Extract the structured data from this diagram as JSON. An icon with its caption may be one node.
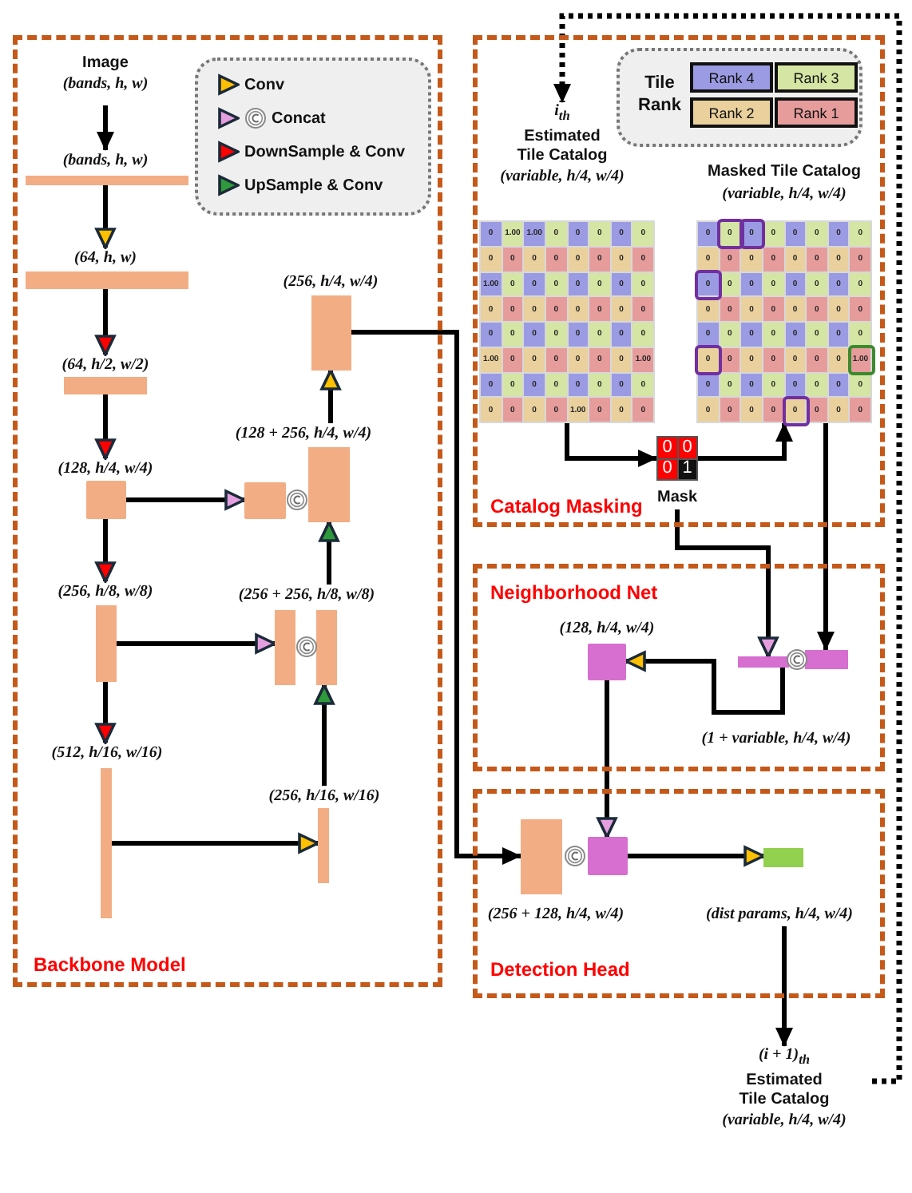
{
  "diagram": {
    "nodes": [
      {
        "text": [
          "Backbone Model"
        ]
      },
      {
        "text": [
          "Catalog Masking"
        ]
      },
      {
        "text": [
          "Neighborhood Net"
        ]
      },
      {
        "text": [
          "Detection Head"
        ]
      },
      {
        "text": [
          "Image",
          "(bands, h, w)"
        ],
        "in": 0
      },
      {
        "text": [],
        "shape": "bar",
        "in": 0,
        "beside": [
          "(bands, h, w)"
        ]
      },
      {
        "text": [],
        "shape": "bar",
        "in": 0,
        "beside": [
          "(64, h, w)"
        ]
      },
      {
        "text": [],
        "shape": "bar",
        "in": 0,
        "beside": [
          "(64, h/2, w/2)"
        ]
      },
      {
        "text": [],
        "shape": "box",
        "in": 0,
        "beside": [
          "(128, h/4, w/4)"
        ]
      },
      {
        "text": [],
        "shape": "bar",
        "in": 0,
        "beside": [
          "(256, h/8, w/8)"
        ]
      },
      {
        "text": [],
        "shape": "bar",
        "in": 0,
        "beside": [
          "(512, h/16, w/16)"
        ]
      },
      {
        "text": [],
        "shape": "bar",
        "in": 0,
        "beside": [
          "(256, h/16, w/16)"
        ]
      },
      {
        "text": [],
        "shape": "bar",
        "in": 0
      },
      {
        "text": [],
        "shape": "bar",
        "in": 0,
        "beside": [
          "(256 + 256, h/8, w/8)"
        ]
      },
      {
        "text": [],
        "shape": "box",
        "in": 0
      },
      {
        "text": [],
        "shape": "bar",
        "in": 0,
        "beside": [
          "(128 + 256, h/4, w/4)"
        ]
      },
      {
        "text": [],
        "shape": "bar",
        "in": 0,
        "beside": [
          "(256, h/4, w/4)"
        ]
      },
      {
        "text": [
          "i$_{th}$",
          "Estimated Tile Catalog",
          "(variable, h/4, w/4)"
        ],
        "in": 1
      },
      {
        "text": [
          "0",
          "1.00",
          "1.00",
          "0",
          "0",
          "0",
          "0",
          "0",
          "0",
          "0",
          "0",
          "0",
          "0",
          "0",
          "0",
          "0",
          "1.00",
          "0",
          "0",
          "0",
          "0",
          "0",
          "0",
          "0",
          "0",
          "0",
          "0",
          "0",
          "0",
          "0",
          "0",
          "0",
          "0",
          "0",
          "0",
          "0",
          "0",
          "0",
          "0",
          "0",
          "1.00",
          "0",
          "0",
          "0",
          "0",
          "0",
          "0",
          "1.00",
          "0",
          "0",
          "0",
          "0",
          "0",
          "0",
          "0",
          "0",
          "0",
          "0",
          "0",
          "0",
          "1.00",
          "0",
          "0",
          "0"
        ],
        "in": 1
      },
      {
        "text": [
          "0",
          "0",
          "0",
          "0",
          "0",
          "0",
          "0",
          "0",
          "0",
          "0",
          "0",
          "0",
          "0",
          "0",
          "0",
          "0",
          "0",
          "0",
          "0",
          "0",
          "0",
          "0",
          "0",
          "0",
          "0",
          "0",
          "0",
          "0",
          "0",
          "0",
          "0",
          "0",
          "0",
          "0",
          "0",
          "0",
          "0",
          "0",
          "0",
          "0",
          "0",
          "0",
          "0",
          "0",
          "0",
          "0",
          "0",
          "1.00",
          "0",
          "0",
          "0",
          "0",
          "0",
          "0",
          "0",
          "0",
          "0",
          "0",
          "0",
          "0",
          "0",
          "0",
          "0",
          "0"
        ],
        "in": 1,
        "beside": [
          "Masked Tile Catalog",
          "(variable, h/4, w/4)"
        ]
      },
      {
        "text": [
          "0",
          "0",
          "0",
          "1"
        ],
        "in": 1,
        "beside": [
          "Mask"
        ]
      },
      {
        "text": [],
        "shape": "bar",
        "in": 2
      },
      {
        "text": [],
        "shape": "bar",
        "in": 2,
        "beside": [
          "(1 + variable, h/4, w/4)"
        ]
      },
      {
        "text": [],
        "shape": "box",
        "in": 2,
        "beside": [
          "(128, h/4, w/4)"
        ]
      },
      {
        "text": [],
        "shape": "bar",
        "in": 3,
        "beside": [
          "(256 + 128, h/4, w/4)"
        ]
      },
      {
        "text": [],
        "shape": "box",
        "in": 3
      },
      {
        "text": [],
        "shape": "bar",
        "in": 3,
        "beside": [
          "(dist params, h/4, w/4)"
        ]
      },
      {
        "text": [
          "(i + 1)$_{th}$",
          "Estimated Tile Catalog",
          "(variable, h/4, w/4)"
        ]
      }
    ],
    "edges": [
      {
        "from": 4,
        "to": 5,
        "arrow": "to"
      },
      {
        "from": 5,
        "to": 6,
        "arrow": "to"
      },
      {
        "from": 6,
        "to": 7,
        "arrow": "to"
      },
      {
        "from": 7,
        "to": 8,
        "arrow": "to"
      },
      {
        "from": 8,
        "to": 9,
        "arrow": "to"
      },
      {
        "from": 9,
        "to": 10,
        "arrow": "to"
      },
      {
        "from": 8,
        "to": 14,
        "arrow": "to"
      },
      {
        "from": 9,
        "to": 12,
        "arrow": "to"
      },
      {
        "from": 10,
        "to": 11,
        "arrow": "to"
      },
      {
        "from": 11,
        "to": 13,
        "arrow": "to"
      },
      {
        "from": 13,
        "to": 15,
        "arrow": "to"
      },
      {
        "from": 15,
        "to": 16,
        "arrow": "to"
      },
      {
        "from": 16,
        "to": 24,
        "arrow": "to"
      },
      {
        "from": 18,
        "to": 20,
        "arrow": "to"
      },
      {
        "from": 20,
        "to": 19,
        "arrow": "to"
      },
      {
        "from": 20,
        "to": 21,
        "arrow": "to"
      },
      {
        "from": 19,
        "to": 22,
        "arrow": "to"
      },
      {
        "from": 21,
        "to": 23,
        "arrow": "to"
      },
      {
        "from": 23,
        "to": 25,
        "arrow": "to"
      },
      {
        "from": 25,
        "to": 26,
        "arrow": "to"
      },
      {
        "from": 26,
        "to": 27,
        "arrow": "to"
      },
      {
        "from": 27,
        "to": 17,
        "arrow": "to",
        "style": "dashed"
      }
    ],
    "labels": [
      "Tile Rank"
    ],
    "legend": [
      {
        "text": "Conv"
      },
      {
        "text": "Concat"
      },
      {
        "text": "DownSample & Conv"
      },
      {
        "text": "UpSample & Conv"
      },
      {
        "text": "Rank 4",
        "color": "#9b9be3"
      },
      {
        "text": "Rank 3",
        "color": "#d5e5a3"
      },
      {
        "text": "Rank 2",
        "color": "#e9d09c"
      },
      {
        "text": "Rank 1",
        "color": "#e79c9c"
      }
    ]
  }
}
